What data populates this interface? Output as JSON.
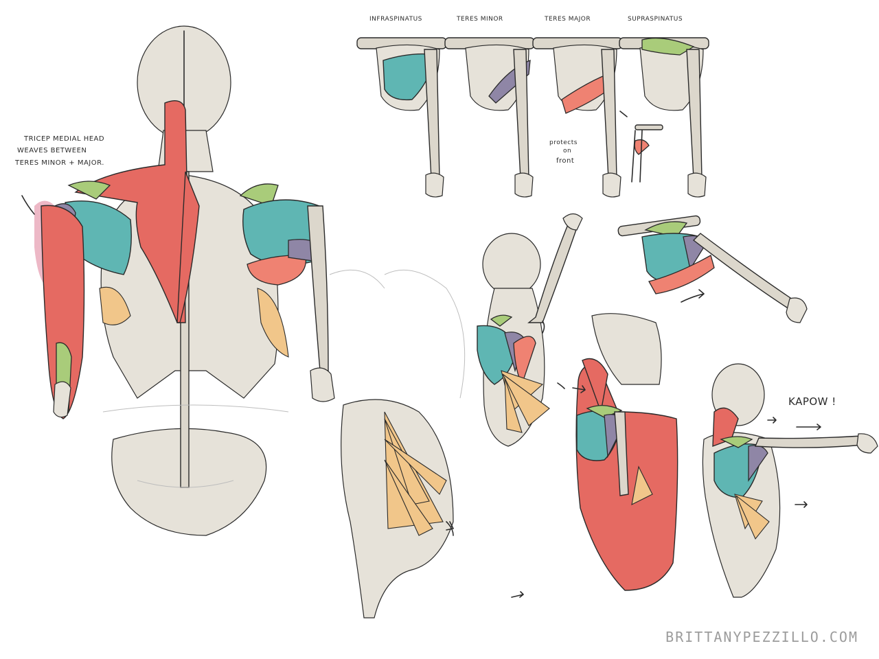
{
  "labels": {
    "infraspinatus": "INFRASPINATUS",
    "teres_minor": "TERES MINOR",
    "teres_major": "TERES MAJOR",
    "supraspinatus": "SUPRASPINATUS"
  },
  "notes": {
    "tricep_line1": "TRICEP MEDIAL HEAD",
    "tricep_line2": "WEAVES BETWEEN",
    "tricep_line3": "TERES MINOR + MAJOR.",
    "protects_line1": "protects",
    "protects_line2": "on",
    "protects_line3": "front",
    "kapow": "KAPOW !"
  },
  "watermark": "BRITTANYPEZZILLO.COM",
  "colors": {
    "infraspinatus": "#5fb6b3",
    "teres_minor": "#8f86a6",
    "teres_major": "#ef8272",
    "supraspinatus": "#a9cc7a",
    "trapezius": "#e56a62",
    "serratus": "#f1c68a",
    "bone": "#dcd7cc",
    "ink": "#2a2a2a"
  }
}
